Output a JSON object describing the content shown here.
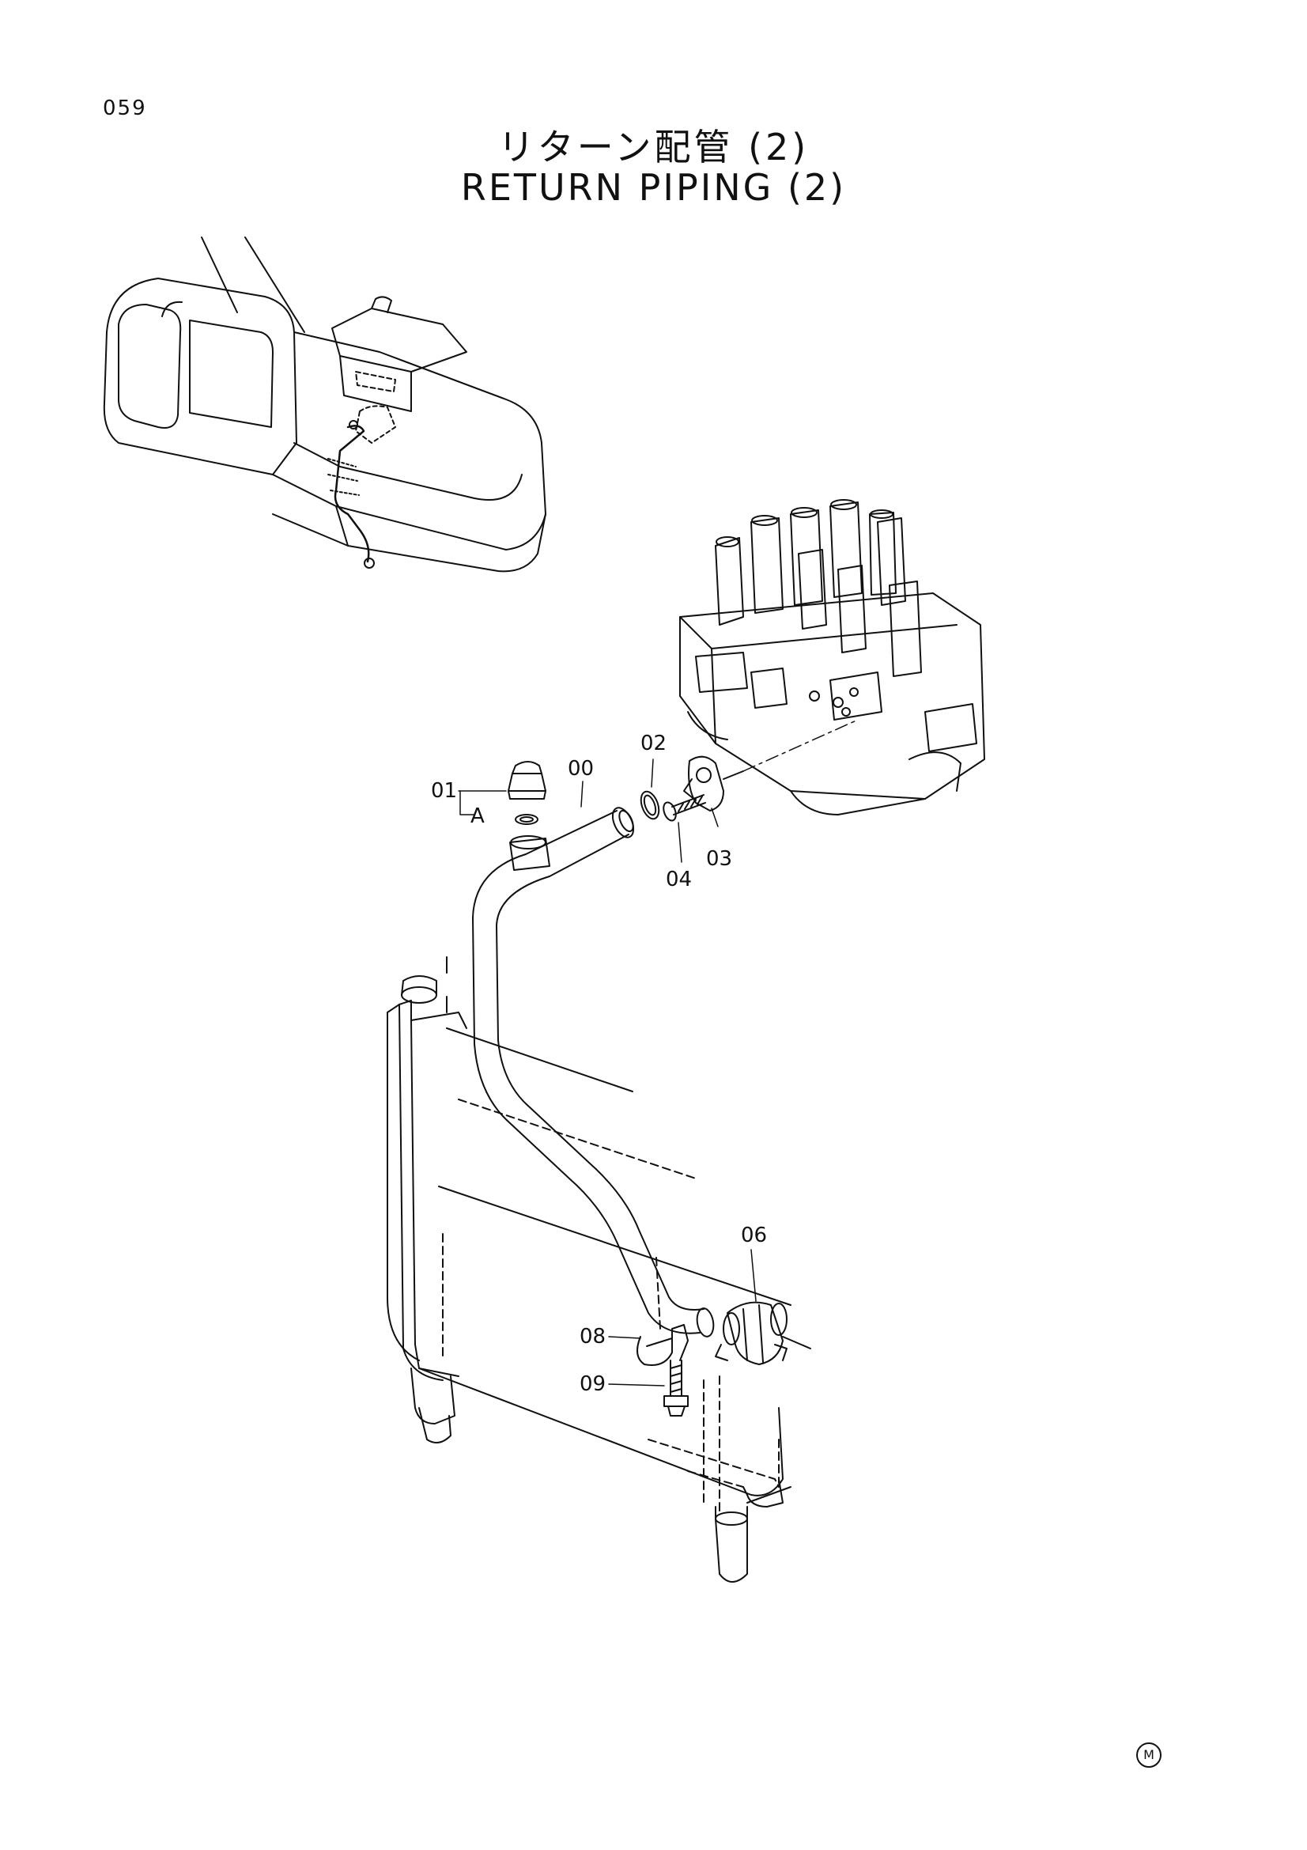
{
  "page": {
    "number": "059",
    "title_jp": "リターン配管 (2)",
    "title_en": "RETURN  PIPING (2)"
  },
  "callouts": [
    {
      "id": "00",
      "label": "00"
    },
    {
      "id": "01",
      "label": "01"
    },
    {
      "id": "A",
      "label": "A"
    },
    {
      "id": "02",
      "label": "02"
    },
    {
      "id": "03",
      "label": "03"
    },
    {
      "id": "04",
      "label": "04"
    },
    {
      "id": "06",
      "label": "06"
    },
    {
      "id": "08",
      "label": "08"
    },
    {
      "id": "09",
      "label": "09"
    }
  ],
  "mark": "M"
}
